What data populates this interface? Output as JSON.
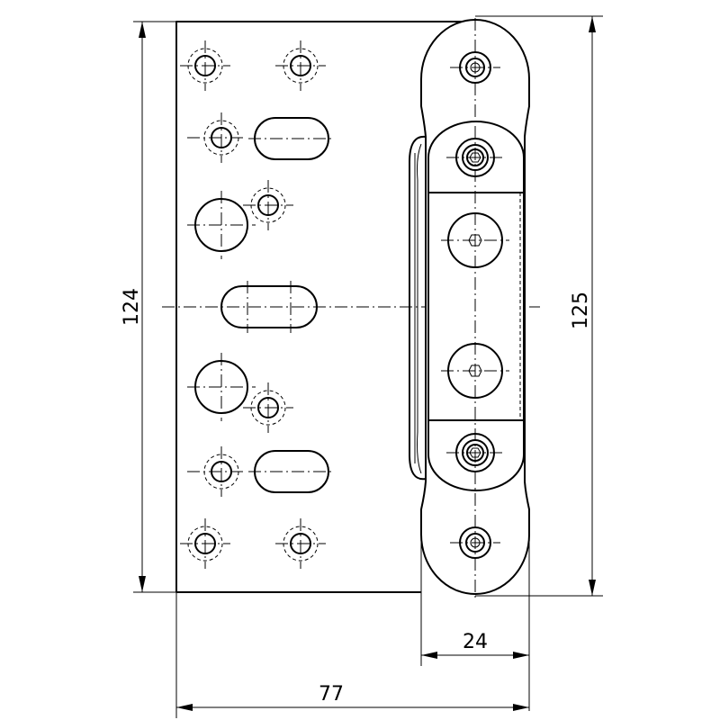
{
  "dimensions": {
    "overall_width": "77",
    "hinge_width": "24",
    "plate_height": "124",
    "hinge_height": "125"
  }
}
